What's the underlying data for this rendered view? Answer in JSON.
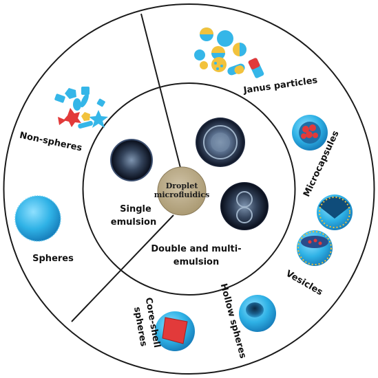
{
  "center": {
    "line1": "Droplet",
    "line2": "microfluidics"
  },
  "inner": {
    "single": {
      "line1": "Single",
      "line2": "emulsion"
    },
    "double": {
      "line1": "Double and multi-",
      "line2": "emulsion"
    }
  },
  "outer": {
    "janus": "Janus particles",
    "microcapsules": "Microcapsules",
    "vesicles": "Vesicles",
    "hollow": "Hollow spheres",
    "coreshell": {
      "line1": "Core-shell",
      "line2": "spheres"
    },
    "spheres": "Spheres",
    "nonspheres": "Non-spheres"
  },
  "colors": {
    "ring": "#1a1a1a",
    "center_fill": "#b7a88a",
    "particle_blue": "#35b6e8",
    "particle_yellow": "#f2c23c",
    "particle_red": "#e23a3a"
  }
}
